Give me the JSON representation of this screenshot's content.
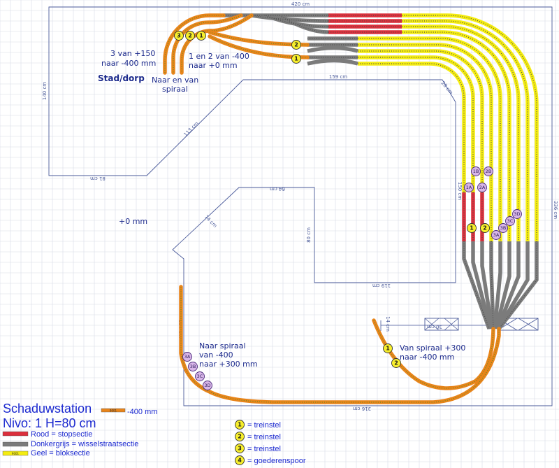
{
  "dimensions": {
    "top": "420 cm",
    "left": "140 cm",
    "bottom_left": "81 cm",
    "diag_left": "113 cm",
    "inner_top": "159 cm",
    "inner_corner": "28 cm",
    "right_outer": "336 cm",
    "right_inner": "150 cm",
    "mid_top": "64 cm",
    "mid_diag": "74 cm",
    "mid_inner": "80 cm",
    "mid_bottom": "119 cm",
    "lower_left": "134 cm",
    "lower_bottom": "316 cm",
    "small_vertical": "14 cm",
    "small_horizontal": "30 cm"
  },
  "notes": {
    "stad_line1": "3 van +150",
    "stad_line2": "naar -400 mm",
    "stad_title": "Stad/dorp",
    "spiral_line1": "1 en 2 van -400",
    "spiral_line2": "naar +0 mm",
    "naar_line1": "Naar en van",
    "naar_line2": "spiraal",
    "level": "+0 mm",
    "to_spiral_line1": "Naar spiraal",
    "to_spiral_line2": "van -400",
    "to_spiral_line3": "naar +300 mm",
    "from_spiral_line1": "Van spiraal +300",
    "from_spiral_line2": "naar  -400 mm"
  },
  "markers": {
    "top_3": "3",
    "top_2": "2",
    "top_1": "1",
    "mid_2": "2",
    "mid_1": "1",
    "r_1B": "1B",
    "r_2B": "2B",
    "r_1A": "1A",
    "r_2A": "2A",
    "r_3D": "3D",
    "r_3C": "3C",
    "r_3B": "3B",
    "r_3A": "3A",
    "r_1": "1",
    "r_2": "2",
    "l_3A": "3A",
    "l_3B": "3B",
    "l_3C": "3C",
    "l_3D": "3D",
    "s_1": "1",
    "s_2": "2"
  },
  "legend": {
    "title": "Schaduwstation",
    "track_level": "-400 mm",
    "level_line": "Nivo: 1   H=80 cm",
    "red": "Rood = stopsectie",
    "grey": "Donkergrijs = wisselstraatsectie",
    "yellow": "Geel = bloksectie",
    "swatch_text": "9001"
  },
  "key": [
    {
      "num": "1",
      "text": "= treinstel"
    },
    {
      "num": "2",
      "text": "= treinstel"
    },
    {
      "num": "3",
      "text": "= treinstel"
    },
    {
      "num": "4",
      "text": "= goederenspoor"
    }
  ],
  "colors": {
    "orange_track": "#e8841a",
    "red_section": "#dc2f3c",
    "grey_section": "#7b7b7b",
    "yellow_section": "#f4ec10",
    "text_blue": "#1c2a8c"
  }
}
